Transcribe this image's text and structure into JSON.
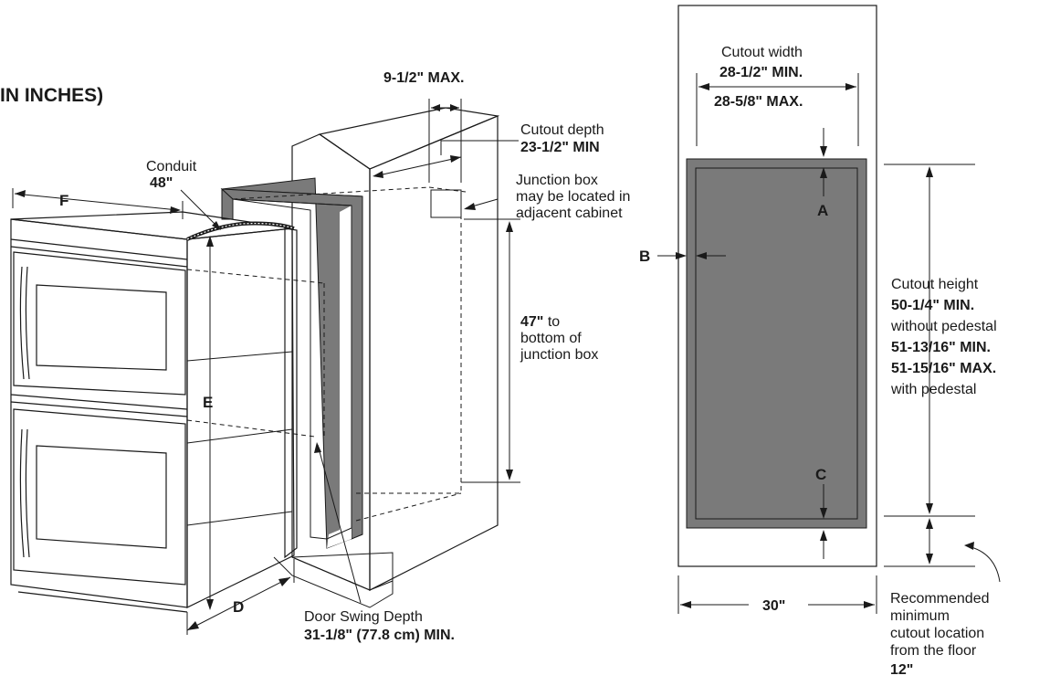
{
  "heading": "IN INCHES)",
  "left_diagram": {
    "max_depth": "9-1/2\" MAX.",
    "cutout_depth_label": "Cutout depth",
    "cutout_depth_value": "23-1/2\" MIN",
    "conduit_label": "Conduit",
    "conduit_value": "48\"",
    "junction_line1": "Junction box",
    "junction_line2": "may be located in",
    "junction_line3": "adjacent cabinet",
    "to_bottom_value": "47\"",
    "to_bottom_line1": " to",
    "to_bottom_line2": "bottom of",
    "to_bottom_line3": "junction box",
    "letter_f": "F",
    "letter_e": "E",
    "letter_d": "D",
    "door_swing_label": "Door Swing Depth",
    "door_swing_value": "31-1/8\" (77.8 cm) MIN."
  },
  "right_diagram": {
    "cutout_width_label": "Cutout width",
    "width_min": "28-1/2\" MIN.",
    "width_max": "28-5/8\" MAX.",
    "letter_a": "A",
    "letter_b": "B",
    "letter_c": "C",
    "height_label": "Cutout height",
    "height_min": "50-1/4\" MIN.",
    "without_pedestal": "without pedestal",
    "ped_min": "51-13/16\" MIN.",
    "ped_max": "51-15/16\" MAX.",
    "with_pedestal": "with pedestal",
    "cabinet_width": "30\"",
    "rec_line1": "Recommended",
    "rec_line2": "minimum",
    "rec_line3": "cutout location",
    "rec_line4": "from the floor",
    "rec_value": "12\""
  }
}
